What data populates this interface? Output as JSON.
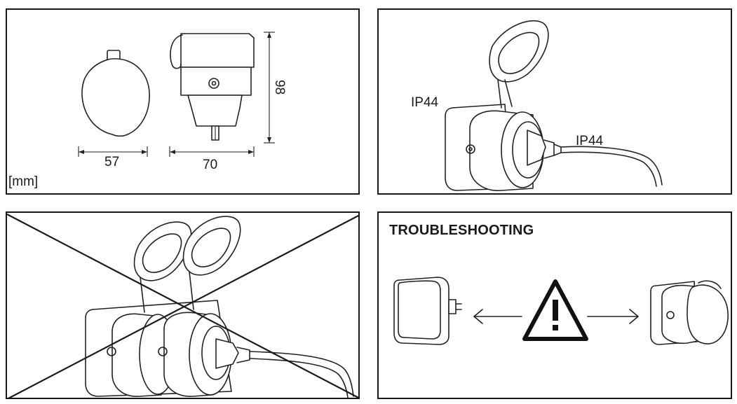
{
  "panel1": {
    "unit_label": "[mm]",
    "dim_width_cap": "57",
    "dim_width_body": "70",
    "dim_height": "98"
  },
  "panel2": {
    "label_socket": "IP44",
    "label_plug": "IP44"
  },
  "panel4": {
    "title": "TROUBLESHOOTING"
  }
}
